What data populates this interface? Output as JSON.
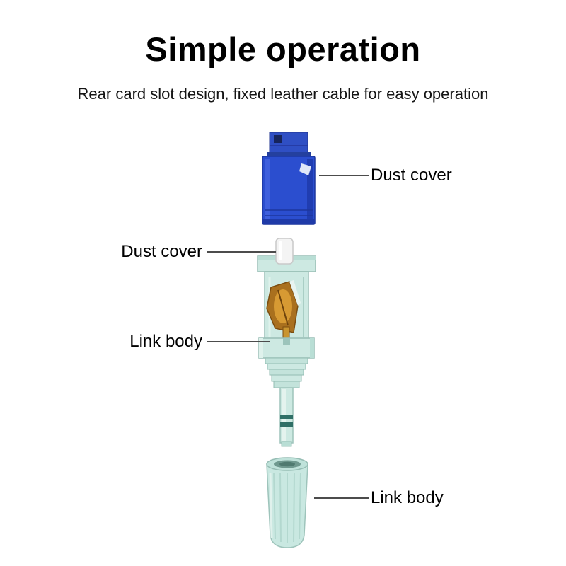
{
  "page": {
    "title": "Simple operation",
    "subtitle": "Rear card slot design, fixed leather cable for easy operation"
  },
  "callouts": {
    "dust_cover_right": "Dust cover",
    "dust_cover_left": "Dust cover",
    "link_body_left": "Link body",
    "link_body_right": "Link body"
  },
  "colors": {
    "background": "#ffffff",
    "title_text": "#000000",
    "subtitle_text": "#151515",
    "callout_line": "#4c4c4c",
    "connector_blue": "#2b4ecf",
    "connector_blue_dark": "#1f3aa8",
    "link_body_mint": "#cde9e2",
    "link_body_mint_dark": "#9ec4bb",
    "fiber_window_gold": "#a9701e",
    "dust_cap_white": "#f4f4f4"
  }
}
